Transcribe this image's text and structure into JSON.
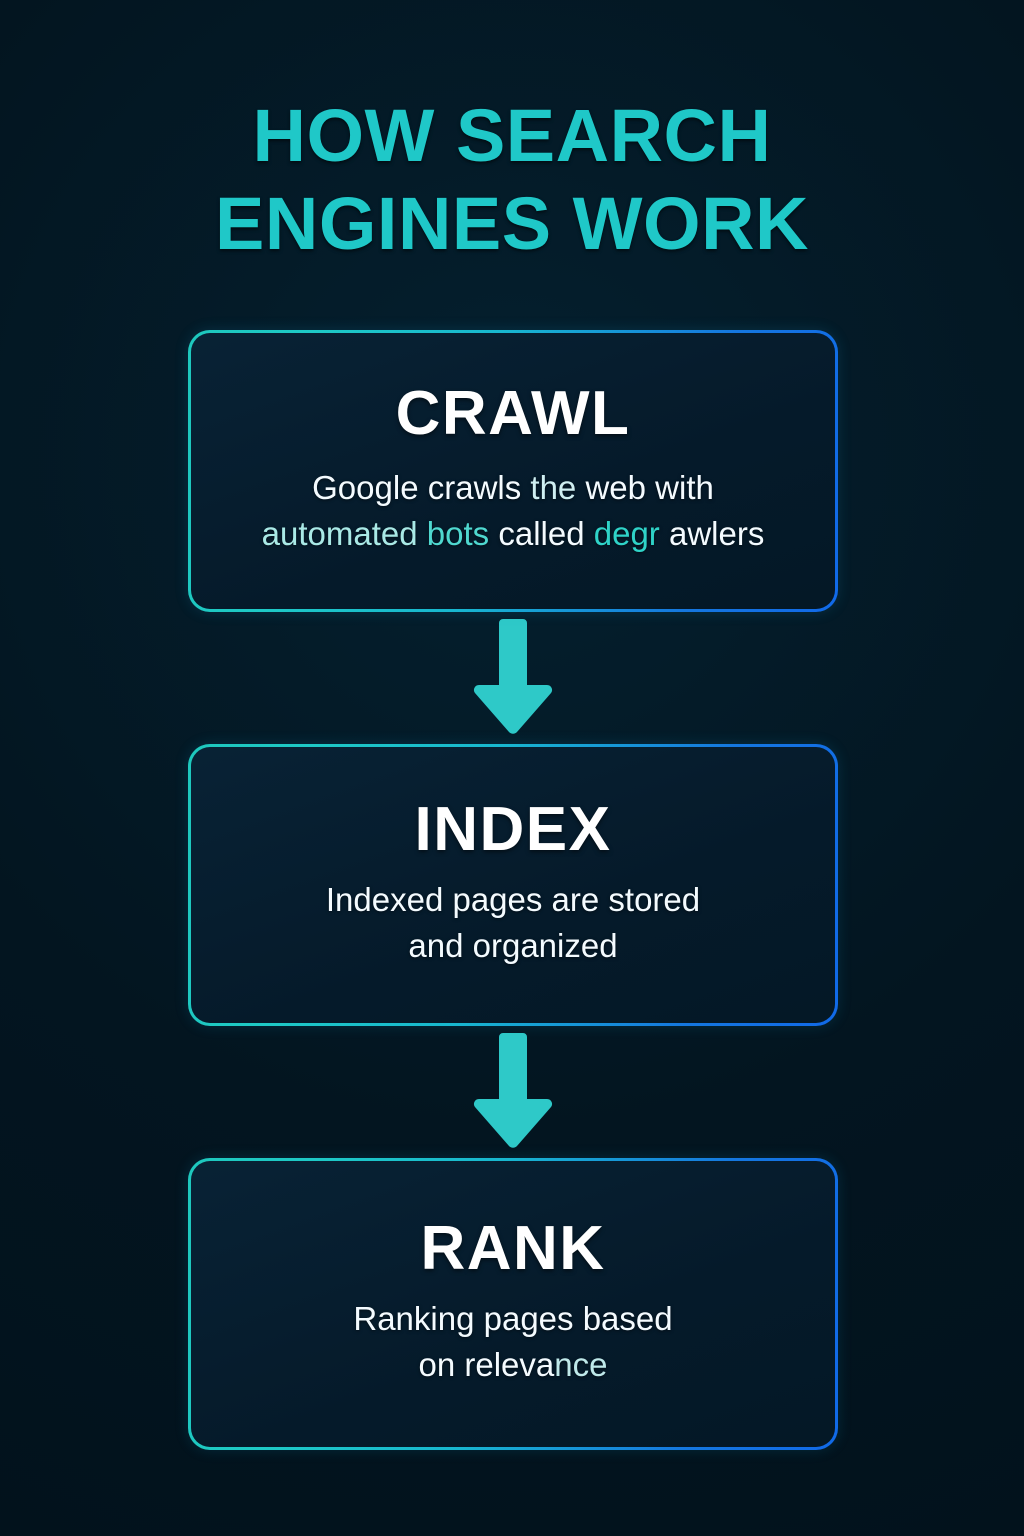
{
  "title": {
    "line1": "HOW SEARCH",
    "line2": "ENGINES WORK",
    "color": "#1fc8c8"
  },
  "theme": {
    "background": "#03141f",
    "card_fill": "#072033",
    "border_start": "#1ec8bd",
    "border_end": "#1169e8",
    "arrow_color": "#2ec9c8",
    "heading_color": "#ffffff",
    "body_color": "#f4fbff"
  },
  "steps": [
    {
      "heading": "CRAWL",
      "desc_line1_a": "Google crawls ",
      "desc_line1_b": "the",
      "desc_line1_c": " web with",
      "desc_line2_a": "automated",
      "desc_line2_b": " ",
      "desc_line2_c": "bots",
      "desc_line2_d": " called ",
      "desc_line2_e": "degr",
      "desc_line2_f": " awlers"
    },
    {
      "heading": "INDEX",
      "desc_line1": "Indexed pages are stored",
      "desc_line2": "and organized"
    },
    {
      "heading": "RANK",
      "desc_line1": "Ranking pages based",
      "desc_line2_a": "on releva",
      "desc_line2_b": "nce"
    }
  ],
  "arrows": [
    {
      "name": "arrow-crawl-to-index",
      "direction": "down"
    },
    {
      "name": "arrow-index-to-rank",
      "direction": "down"
    }
  ]
}
